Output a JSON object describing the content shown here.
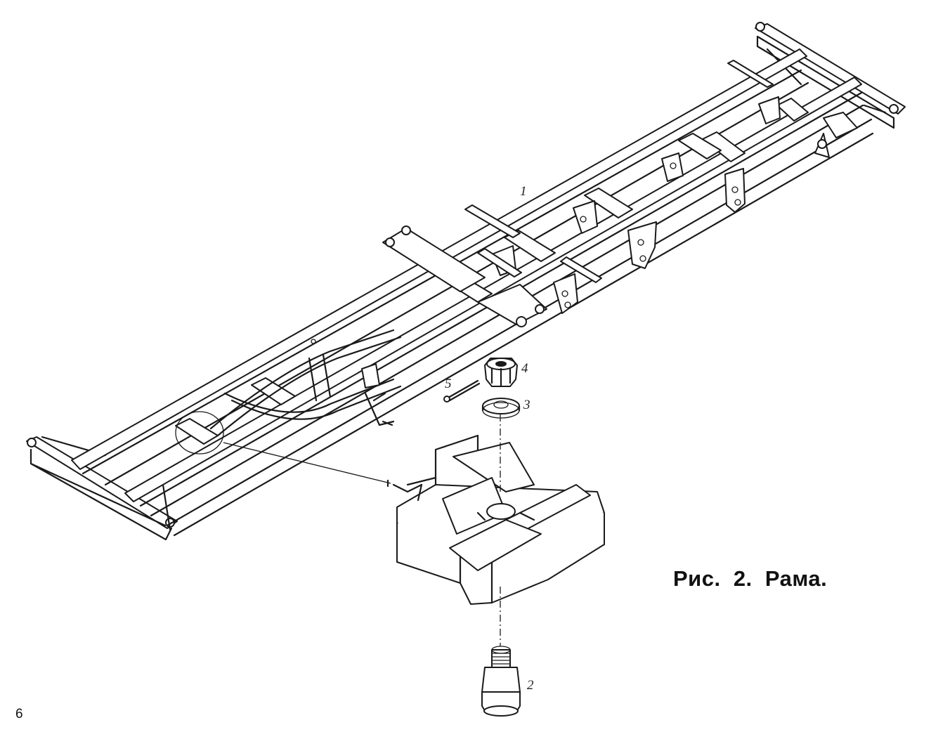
{
  "figure": {
    "caption": "Рис.  2.  Рама.",
    "page_number": "6",
    "callouts": [
      "1",
      "2",
      "3",
      "4",
      "5"
    ]
  }
}
